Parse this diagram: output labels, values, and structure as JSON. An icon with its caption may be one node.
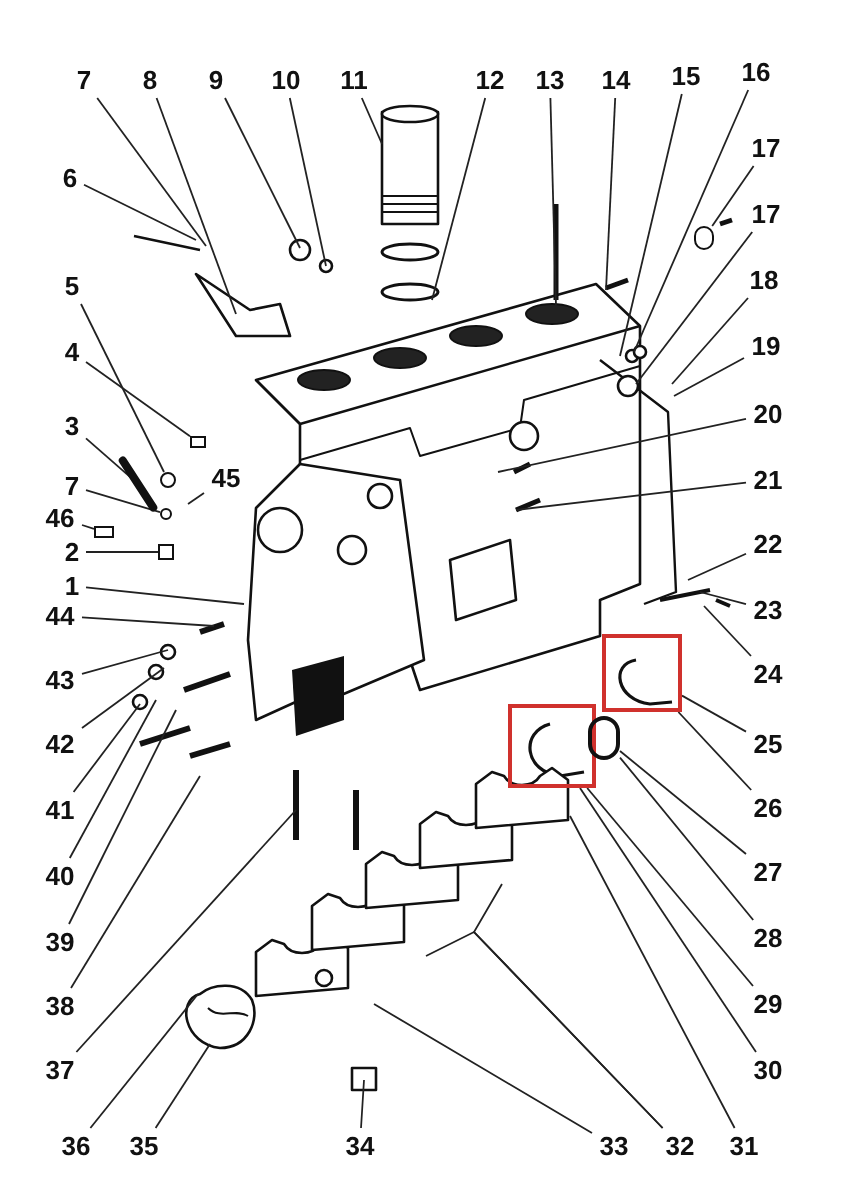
{
  "diagram": {
    "nodes": [
      {
        "text": [
          "7"
        ]
      },
      {
        "text": [
          "8"
        ]
      },
      {
        "text": [
          "9"
        ]
      },
      {
        "text": [
          "10"
        ]
      },
      {
        "text": [
          "11"
        ]
      },
      {
        "text": [
          "12"
        ]
      },
      {
        "text": [
          "13"
        ]
      },
      {
        "text": [
          "14"
        ]
      },
      {
        "text": [
          "15"
        ]
      },
      {
        "text": [
          "16"
        ]
      },
      {
        "text": [
          "17"
        ]
      },
      {
        "text": [
          "17"
        ]
      },
      {
        "text": [
          "18"
        ]
      },
      {
        "text": [
          "19"
        ]
      },
      {
        "text": [
          "20"
        ]
      },
      {
        "text": [
          "21"
        ]
      },
      {
        "text": [
          "22"
        ]
      },
      {
        "text": [
          "23"
        ]
      },
      {
        "text": [
          "24"
        ]
      },
      {
        "text": [
          "25"
        ]
      },
      {
        "text": [
          "26"
        ]
      },
      {
        "text": [
          "27"
        ]
      },
      {
        "text": [
          "28"
        ]
      },
      {
        "text": [
          "29"
        ]
      },
      {
        "text": [
          "30"
        ]
      },
      {
        "text": [
          "31"
        ]
      },
      {
        "text": [
          "32"
        ]
      },
      {
        "text": [
          "33"
        ]
      },
      {
        "text": [
          "34"
        ]
      },
      {
        "text": [
          "35"
        ]
      },
      {
        "text": [
          "36"
        ]
      },
      {
        "text": [
          "6"
        ]
      },
      {
        "text": [
          "5"
        ]
      },
      {
        "text": [
          "4"
        ]
      },
      {
        "text": [
          "3"
        ]
      },
      {
        "text": [
          "45"
        ]
      },
      {
        "text": [
          "7"
        ]
      },
      {
        "text": [
          "46"
        ]
      },
      {
        "text": [
          "2"
        ]
      },
      {
        "text": [
          "1"
        ]
      },
      {
        "text": [
          "44"
        ]
      },
      {
        "text": [
          "43"
        ]
      },
      {
        "text": [
          "42"
        ]
      },
      {
        "text": [
          "41"
        ]
      },
      {
        "text": [
          "40"
        ]
      },
      {
        "text": [
          "39"
        ]
      },
      {
        "text": [
          "38"
        ]
      },
      {
        "text": [
          "37"
        ]
      },
      {
        "text": [],
        "shape": "box"
      },
      {
        "text": [],
        "shape": "box"
      },
      {
        "text": [],
        "shape": "circle"
      },
      {
        "text": [],
        "shape": "box"
      },
      {
        "text": [],
        "shape": "box"
      },
      {
        "text": [],
        "shape": "circle"
      },
      {
        "text": [],
        "shape": "circle"
      },
      {
        "text": [],
        "shape": "bar"
      },
      {
        "text": [],
        "shape": "circle"
      },
      {
        "text": [],
        "shape": "box"
      }
    ],
    "edges": [
      {
        "from": 0,
        "to": null,
        "arrow": "none"
      },
      {
        "from": 1,
        "to": null,
        "arrow": "none"
      },
      {
        "from": 2,
        "to": null,
        "arrow": "none"
      },
      {
        "from": 3,
        "to": null,
        "arrow": "none"
      },
      {
        "from": 4,
        "to": null,
        "arrow": "none"
      },
      {
        "from": 5,
        "to": null,
        "arrow": "none"
      },
      {
        "from": 6,
        "to": null,
        "arrow": "none"
      },
      {
        "from": 7,
        "to": null,
        "arrow": "none"
      },
      {
        "from": 8,
        "to": null,
        "arrow": "none"
      },
      {
        "from": 9,
        "to": null,
        "arrow": "none"
      },
      {
        "from": 10,
        "to": 54,
        "arrow": "none"
      },
      {
        "from": 11,
        "to": null,
        "arrow": "none"
      },
      {
        "from": 12,
        "to": null,
        "arrow": "none"
      },
      {
        "from": 13,
        "to": null,
        "arrow": "none"
      },
      {
        "from": 14,
        "to": null,
        "arrow": "none"
      },
      {
        "from": 15,
        "to": null,
        "arrow": "none"
      },
      {
        "from": 16,
        "to": null,
        "arrow": "none"
      },
      {
        "from": 17,
        "to": null,
        "arrow": "none"
      },
      {
        "from": 18,
        "to": null,
        "arrow": "none"
      },
      {
        "from": 19,
        "to": 48,
        "arrow": "none"
      },
      {
        "from": 20,
        "to": 48,
        "arrow": "none"
      },
      {
        "from": 21,
        "to": 50,
        "arrow": "none"
      },
      {
        "from": 22,
        "to": 50,
        "arrow": "none"
      },
      {
        "from": 23,
        "to": 49,
        "arrow": "none"
      },
      {
        "from": 24,
        "to": 49,
        "arrow": "none"
      },
      {
        "from": 25,
        "to": null,
        "arrow": "none"
      },
      {
        "from": 26,
        "to": null,
        "arrow": "none"
      },
      {
        "from": 26,
        "to": null,
        "arrow": "none"
      },
      {
        "from": 27,
        "to": null,
        "arrow": "none"
      },
      {
        "from": 28,
        "to": null,
        "arrow": "none"
      },
      {
        "from": 29,
        "to": null,
        "arrow": "none"
      },
      {
        "from": 30,
        "to": null,
        "arrow": "none"
      },
      {
        "from": 31,
        "to": null,
        "arrow": "none"
      },
      {
        "from": 32,
        "to": 53,
        "arrow": "none"
      },
      {
        "from": 33,
        "to": 51,
        "arrow": "none"
      },
      {
        "from": 34,
        "to": 55,
        "arrow": "none"
      },
      {
        "from": 35,
        "to": null,
        "arrow": "none"
      },
      {
        "from": 36,
        "to": 56,
        "arrow": "none"
      },
      {
        "from": 37,
        "to": 52,
        "arrow": "none"
      },
      {
        "from": 38,
        "to": 57,
        "arrow": "none"
      },
      {
        "from": 39,
        "to": null,
        "arrow": "none"
      },
      {
        "from": 40,
        "to": null,
        "arrow": "none"
      },
      {
        "from": 41,
        "to": null,
        "arrow": "none"
      },
      {
        "from": 42,
        "to": null,
        "arrow": "none"
      },
      {
        "from": 43,
        "to": null,
        "arrow": "none"
      },
      {
        "from": 44,
        "to": null,
        "arrow": "none"
      },
      {
        "from": 45,
        "to": null,
        "arrow": "none"
      },
      {
        "from": 46,
        "to": null,
        "arrow": "none"
      },
      {
        "from": 47,
        "to": null,
        "arrow": "none"
      }
    ]
  }
}
